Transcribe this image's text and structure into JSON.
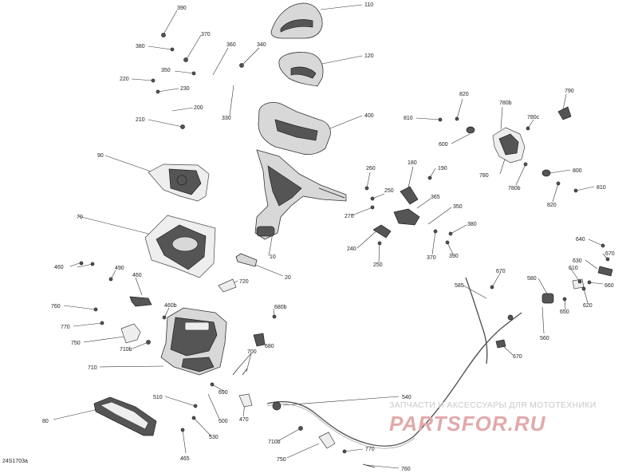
{
  "diagram": {
    "code": "24S1703a",
    "watermark_text": "ЗАПЧАСТИ И АКСЕССУАРЫ ДЛЯ МОТОТЕХНИКИ",
    "watermark_logo": "PARTSFOR.RU",
    "callouts": [
      {
        "id": "c390",
        "text": "390"
      },
      {
        "id": "c380a",
        "text": "380"
      },
      {
        "id": "c370a",
        "text": "370"
      },
      {
        "id": "c360",
        "text": "360"
      },
      {
        "id": "c340",
        "text": "340"
      },
      {
        "id": "c350",
        "text": "350"
      },
      {
        "id": "c220",
        "text": "220"
      },
      {
        "id": "c230",
        "text": "230"
      },
      {
        "id": "c200",
        "text": "200"
      },
      {
        "id": "c210",
        "text": "210"
      },
      {
        "id": "c330",
        "text": "330"
      },
      {
        "id": "c110",
        "text": "110"
      },
      {
        "id": "c120",
        "text": "120"
      },
      {
        "id": "c400",
        "text": "400"
      },
      {
        "id": "c90",
        "text": "90"
      },
      {
        "id": "c70",
        "text": "70"
      },
      {
        "id": "c10",
        "text": "10"
      },
      {
        "id": "c20",
        "text": "20"
      },
      {
        "id": "c720",
        "text": "720"
      },
      {
        "id": "c460a",
        "text": "460"
      },
      {
        "id": "c490",
        "text": "490"
      },
      {
        "id": "c460b",
        "text": "460"
      },
      {
        "id": "c760a",
        "text": "760"
      },
      {
        "id": "c460bb",
        "text": "460b"
      },
      {
        "id": "c770a",
        "text": "770"
      },
      {
        "id": "c750a",
        "text": "750"
      },
      {
        "id": "c710b",
        "text": "710b"
      },
      {
        "id": "c710",
        "text": "710"
      },
      {
        "id": "c680b",
        "text": "680b"
      },
      {
        "id": "c680a",
        "text": "680"
      },
      {
        "id": "c700",
        "text": "700"
      },
      {
        "id": "c690",
        "text": "690"
      },
      {
        "id": "c510",
        "text": "510"
      },
      {
        "id": "c500",
        "text": "500"
      },
      {
        "id": "c530",
        "text": "530"
      },
      {
        "id": "c470",
        "text": "470"
      },
      {
        "id": "c465",
        "text": "465"
      },
      {
        "id": "c80",
        "text": "80"
      },
      {
        "id": "c540",
        "text": "540"
      },
      {
        "id": "c710b2",
        "text": "710b"
      },
      {
        "id": "c750b",
        "text": "750"
      },
      {
        "id": "c770b",
        "text": "770"
      },
      {
        "id": "c760b",
        "text": "760"
      },
      {
        "id": "c810a",
        "text": "810"
      },
      {
        "id": "c820a",
        "text": "820"
      },
      {
        "id": "c600",
        "text": "600"
      },
      {
        "id": "c780b",
        "text": "780b"
      },
      {
        "id": "c790",
        "text": "790"
      },
      {
        "id": "c780c",
        "text": "780c"
      },
      {
        "id": "c780",
        "text": "780"
      },
      {
        "id": "c780bb",
        "text": "780b"
      },
      {
        "id": "c800",
        "text": "800"
      },
      {
        "id": "c820b",
        "text": "820"
      },
      {
        "id": "c810b",
        "text": "810"
      },
      {
        "id": "c260",
        "text": "260"
      },
      {
        "id": "c180",
        "text": "180"
      },
      {
        "id": "c190",
        "text": "190"
      },
      {
        "id": "c250a",
        "text": "250"
      },
      {
        "id": "c365",
        "text": "365"
      },
      {
        "id": "c270",
        "text": "270"
      },
      {
        "id": "c350b",
        "text": "350"
      },
      {
        "id": "c380b",
        "text": "380"
      },
      {
        "id": "c240",
        "text": "240"
      },
      {
        "id": "c370b",
        "text": "370"
      },
      {
        "id": "c390b",
        "text": "390"
      },
      {
        "id": "c250b",
        "text": "250"
      },
      {
        "id": "c640",
        "text": "640"
      },
      {
        "id": "c670a",
        "text": "670"
      },
      {
        "id": "c630",
        "text": "630"
      },
      {
        "id": "c585",
        "text": "585"
      },
      {
        "id": "c670b",
        "text": "670"
      },
      {
        "id": "c610",
        "text": "610"
      },
      {
        "id": "c580",
        "text": "580"
      },
      {
        "id": "c660",
        "text": "660"
      },
      {
        "id": "c620",
        "text": "620"
      },
      {
        "id": "c650",
        "text": "650"
      },
      {
        "id": "c560",
        "text": "560"
      },
      {
        "id": "c670c",
        "text": "670"
      }
    ]
  }
}
